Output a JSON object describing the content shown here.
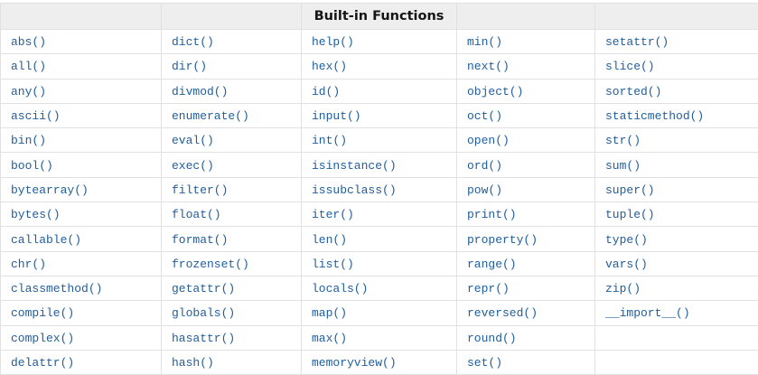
{
  "table": {
    "header": {
      "title": "Built-in Functions",
      "title_column_index": 2,
      "num_columns": 5
    },
    "colors": {
      "link": "#205e9d",
      "header_background": "#eeeeee",
      "border": "#e1e1e1",
      "header_text": "#151515"
    },
    "rows": [
      [
        "abs()",
        "dict()",
        "help()",
        "min()",
        "setattr()"
      ],
      [
        "all()",
        "dir()",
        "hex()",
        "next()",
        "slice()"
      ],
      [
        "any()",
        "divmod()",
        "id()",
        "object()",
        "sorted()"
      ],
      [
        "ascii()",
        "enumerate()",
        "input()",
        "oct()",
        "staticmethod()"
      ],
      [
        "bin()",
        "eval()",
        "int()",
        "open()",
        "str()"
      ],
      [
        "bool()",
        "exec()",
        "isinstance()",
        "ord()",
        "sum()"
      ],
      [
        "bytearray()",
        "filter()",
        "issubclass()",
        "pow()",
        "super()"
      ],
      [
        "bytes()",
        "float()",
        "iter()",
        "print()",
        "tuple()"
      ],
      [
        "callable()",
        "format()",
        "len()",
        "property()",
        "type()"
      ],
      [
        "chr()",
        "frozenset()",
        "list()",
        "range()",
        "vars()"
      ],
      [
        "classmethod()",
        "getattr()",
        "locals()",
        "repr()",
        "zip()"
      ],
      [
        "compile()",
        "globals()",
        "map()",
        "reversed()",
        "__import__()"
      ],
      [
        "complex()",
        "hasattr()",
        "max()",
        "round()",
        ""
      ],
      [
        "delattr()",
        "hash()",
        "memoryview()",
        "set()",
        ""
      ]
    ]
  }
}
